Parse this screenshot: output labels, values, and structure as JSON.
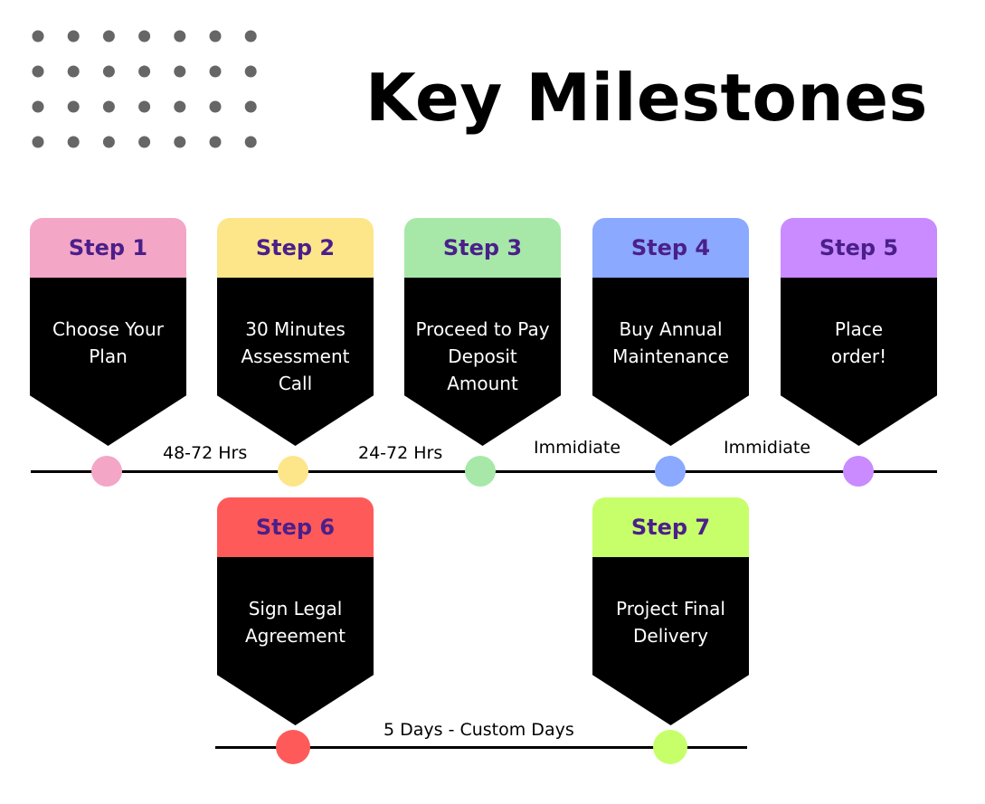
{
  "title": "Key Milestones",
  "colors": {
    "step1": "#f4a6c6",
    "step2": "#fde68a",
    "step3": "#a7e8a9",
    "step4": "#8aa9ff",
    "step5": "#c98bff",
    "step6": "#ff5a5a",
    "step7": "#c6ff6a",
    "step_label": "#4b1f8a",
    "card_body": "#000000",
    "dots": "#666666"
  },
  "steps": [
    {
      "label": "Step 1",
      "line1": "Choose Your",
      "line2": "Plan"
    },
    {
      "label": "Step 2",
      "line1": "30 Minutes",
      "line2": "Assessment Call"
    },
    {
      "label": "Step 3",
      "line1": "Proceed to Pay",
      "line2": "Deposit Amount"
    },
    {
      "label": "Step 4",
      "line1": "Buy Annual",
      "line2": "Maintenance"
    },
    {
      "label": "Step 5",
      "line1": "Place",
      "line2": "order!"
    },
    {
      "label": "Step 6",
      "line1": "Sign Legal",
      "line2": "Agreement"
    },
    {
      "label": "Step 7",
      "line1": "Project Final",
      "line2": "Delivery"
    }
  ],
  "durations": {
    "d1": "48-72 Hrs",
    "d2": "24-72 Hrs",
    "d3": "Immidiate",
    "d4": "Immidiate",
    "d5": "5 Days - Custom Days"
  }
}
